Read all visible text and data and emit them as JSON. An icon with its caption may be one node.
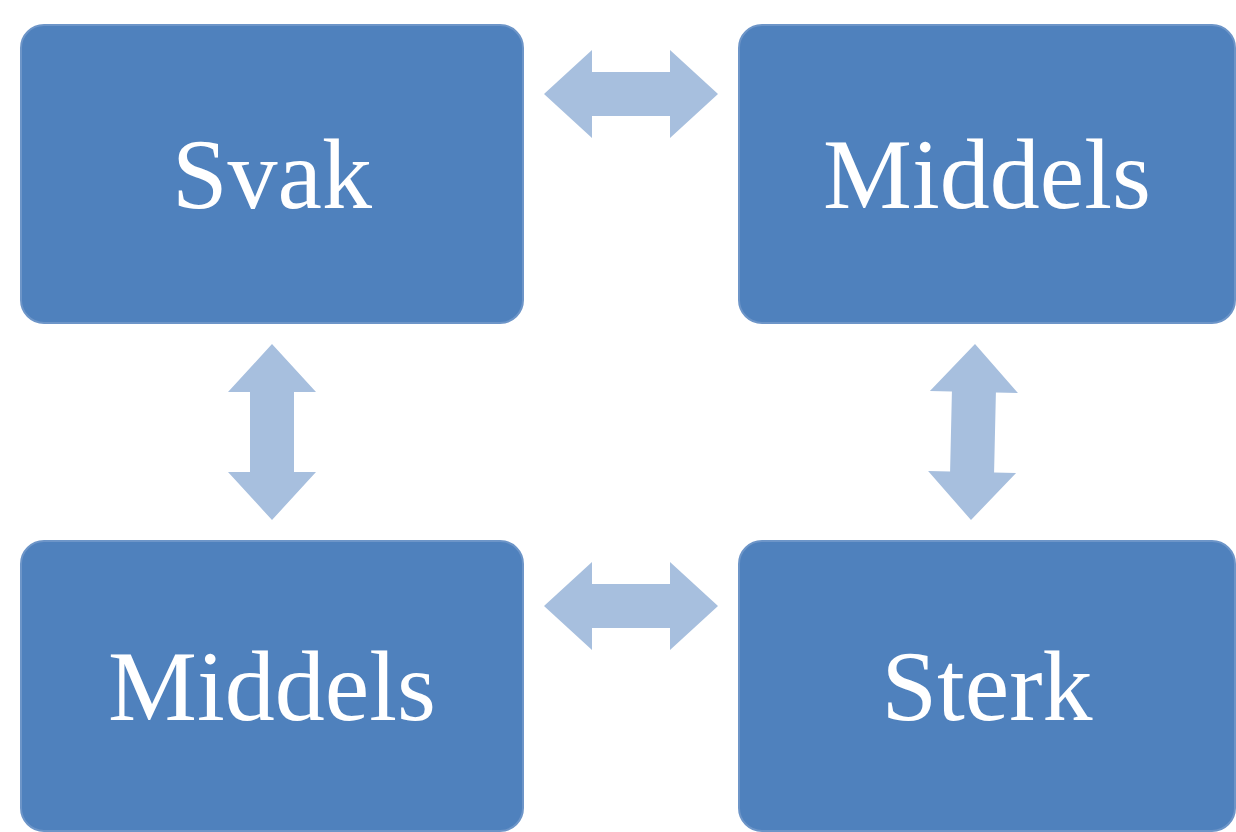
{
  "diagram": {
    "nodes": [
      {
        "text": [
          "Svak"
        ]
      },
      {
        "text": [
          "Middels"
        ]
      },
      {
        "text": [
          "Middels"
        ]
      },
      {
        "text": [
          "Sterk"
        ]
      }
    ],
    "edges": [
      {
        "from": 0,
        "to": 1,
        "arrow": "both"
      },
      {
        "from": 0,
        "to": 2,
        "arrow": "both"
      },
      {
        "from": 1,
        "to": 3,
        "arrow": "both"
      },
      {
        "from": 2,
        "to": 3,
        "arrow": "both"
      }
    ]
  }
}
